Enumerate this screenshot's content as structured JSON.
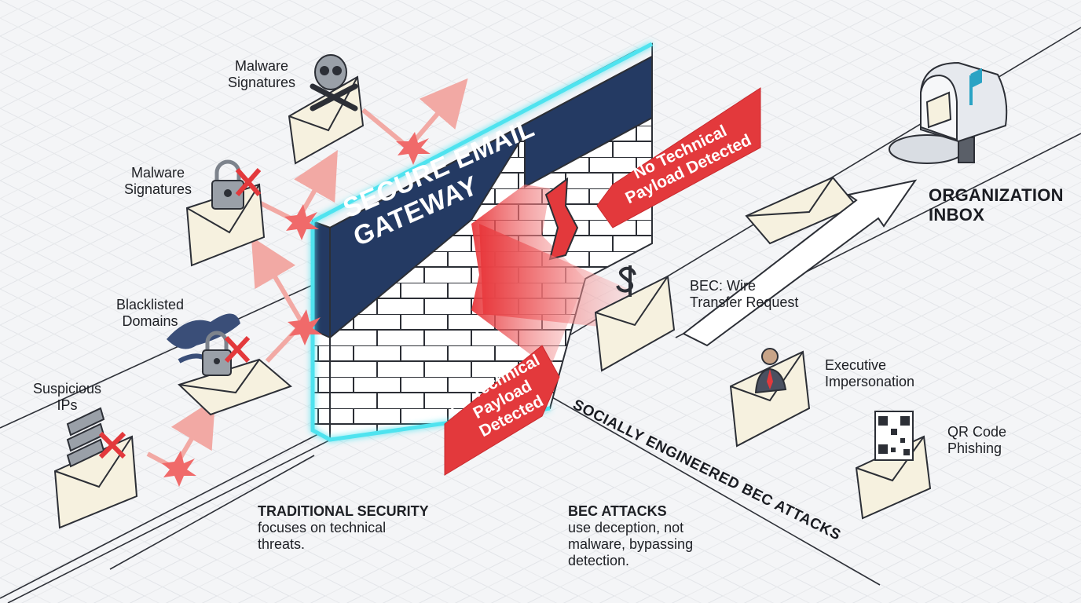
{
  "gateway": {
    "line1": "SECURE EMAIL",
    "line2": "GATEWAY"
  },
  "traditional_threats": [
    {
      "name": "threat-malware-top",
      "label": "Malware\nSignatures",
      "icon": "skull-crossbones-icon"
    },
    {
      "name": "threat-malware-lock",
      "label": "Malware\nSignatures",
      "icon": "padlock-icon"
    },
    {
      "name": "threat-blacklisted",
      "label": "Blacklisted\nDomains",
      "icon": "globe-lock-icon"
    },
    {
      "name": "threat-ips",
      "label": "Suspicious\nIPs",
      "icon": "server-icon"
    }
  ],
  "bec_attacks": [
    {
      "name": "bec-wire",
      "label": "BEC: Wire\nTransfer Request",
      "icon": "dollar-sign-icon"
    },
    {
      "name": "bec-executive",
      "label": "Executive\nImpersonation",
      "icon": "executive-person-icon"
    },
    {
      "name": "bec-qr",
      "label": "QR Code\nPhishing",
      "icon": "qr-code-icon"
    }
  ],
  "payload_tag_right": {
    "line1": "No Technical",
    "line2": "Payload Detected"
  },
  "payload_tag_left": {
    "line1": "No Technical",
    "line2": "Payload",
    "line3": "Detected"
  },
  "destination": {
    "line1": "ORGANIZATION",
    "line2": "INBOX"
  },
  "route_label": "SOCIALLY ENGINEERED BEC ATTACKS",
  "notes": {
    "traditional": {
      "head": "TRADITIONAL SECURITY",
      "line1": "focuses on technical",
      "line2": "threats."
    },
    "bec": {
      "head": "BEC ATTACKS",
      "line1": "use deception, not",
      "line2": "malware, bypassing",
      "line3": "detection."
    }
  },
  "colors": {
    "wall_navy": "#243a63",
    "brick": "#ffffff",
    "alert_red": "#e3393c",
    "glow_cyan": "#4fe3ef",
    "envelope": "#f6f1df"
  }
}
